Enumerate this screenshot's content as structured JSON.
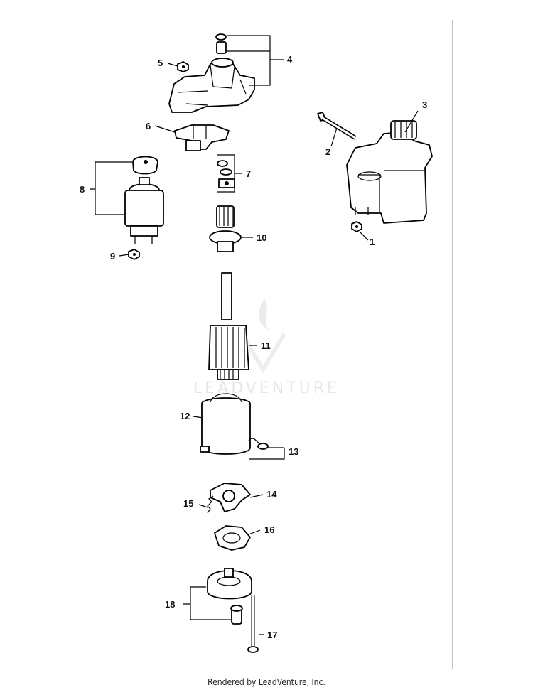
{
  "watermark": {
    "text": "LEADVENTURE"
  },
  "footer": {
    "text": "Rendered by LeadVenture, Inc."
  },
  "callouts": [
    "1",
    "2",
    "3",
    "4",
    "5",
    "6",
    "7",
    "8",
    "9",
    "10",
    "11",
    "12",
    "13",
    "14",
    "15",
    "16",
    "17",
    "18"
  ]
}
